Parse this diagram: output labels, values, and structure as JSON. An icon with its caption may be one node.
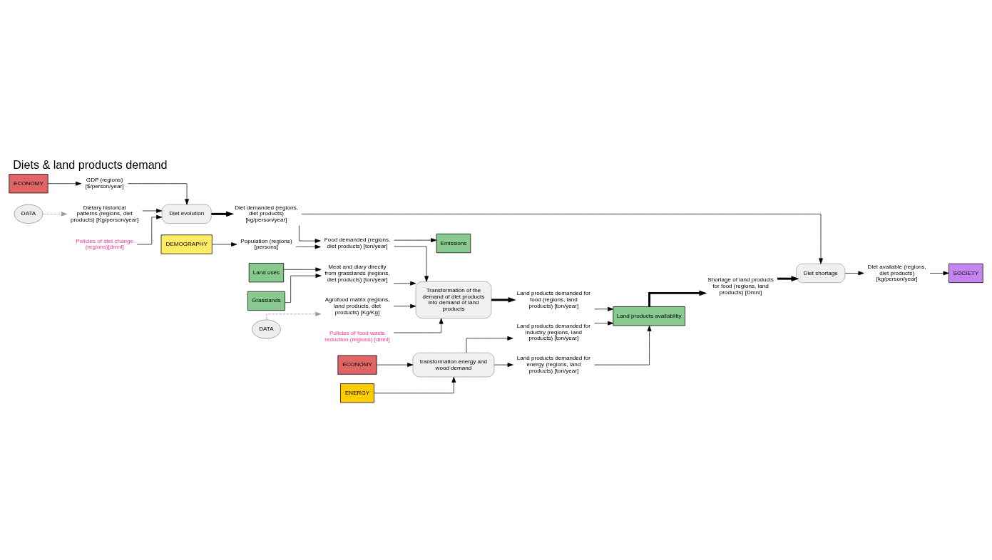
{
  "diagram": {
    "title": "Diets & land products demand",
    "nodes": [
      {
        "text": [
          "ECONOMY"
        ]
      },
      {
        "text": [
          "GDP (regions) [$/person/year]"
        ]
      },
      {
        "text": [
          "DATA"
        ]
      },
      {
        "text": [
          "Dietary historical patterns (regions, diet products) [Kg/person/year]"
        ]
      },
      {
        "text": [
          "Policies of diet change (regions)[dmnl]"
        ]
      },
      {
        "text": [
          "Diet evolution"
        ]
      },
      {
        "text": [
          "Diet demanded (regions, diet products) [kg/person/year]"
        ]
      },
      {
        "text": [
          "DEMOGRAPHY"
        ]
      },
      {
        "text": [
          "Population (regions) [persons]"
        ]
      },
      {
        "text": [
          "Food demanded (regions, diet products) [ton/year]"
        ]
      },
      {
        "text": [
          "Emissions"
        ]
      },
      {
        "text": [
          "Diet shortage"
        ]
      },
      {
        "text": [
          "Shortage of land products for food (regions, land products) [Dmnl]"
        ]
      },
      {
        "text": [
          "Land products availability"
        ]
      },
      {
        "text": [
          "Diet available (regions, diet products) [kg/person/year]"
        ]
      },
      {
        "text": [
          "SOCIETY"
        ]
      },
      {
        "text": [
          "Land uses"
        ]
      },
      {
        "text": [
          "Grasslands"
        ]
      },
      {
        "text": [
          "Meat and diary directly from grasslands (regions, diet products) [ton/year]"
        ]
      },
      {
        "text": [
          "DATA"
        ]
      },
      {
        "text": [
          "Agrofood matrix (regions, land products, diet products) [Kg/Kg]"
        ]
      },
      {
        "text": [
          "Policies of food waste reduction (regions) [dmnl]"
        ]
      },
      {
        "text": [
          "Transformation of the demand of diet products into demand of land products"
        ]
      },
      {
        "text": [
          "Land products demanded for food (regions, land products) [ton/year]"
        ]
      },
      {
        "text": [
          "ECONOMY"
        ]
      },
      {
        "text": [
          "ENERGY"
        ]
      },
      {
        "text": [
          "transformation energy and wood demand"
        ]
      },
      {
        "text": [
          "Land products demanded for industry (regions, land products) [ton/year]"
        ]
      },
      {
        "text": [
          "Land products demanded for energy (regions, land products) [ton/year]"
        ]
      }
    ],
    "edges": [
      {
        "from": 0,
        "to": 1,
        "arrow": "to"
      },
      {
        "from": 1,
        "to": 5,
        "arrow": "to"
      },
      {
        "from": 3,
        "to": 5,
        "arrow": "to"
      },
      {
        "from": 2,
        "to": 3,
        "arrow": "to",
        "style": "dashed",
        "color": "#999999"
      },
      {
        "from": 4,
        "to": 5,
        "arrow": "to"
      },
      {
        "from": 5,
        "to": 6,
        "arrow": "to",
        "style": "thick"
      },
      {
        "from": 7,
        "to": 8,
        "arrow": "to"
      },
      {
        "from": 8,
        "to": 9,
        "arrow": "to"
      },
      {
        "from": 6,
        "to": 9,
        "arrow": "to"
      },
      {
        "from": 9,
        "to": 10,
        "arrow": "to"
      },
      {
        "from": 6,
        "to": 11,
        "arrow": "to"
      },
      {
        "from": 12,
        "to": 11,
        "arrow": "to",
        "style": "thick"
      },
      {
        "from": 13,
        "to": 12,
        "arrow": "to",
        "style": "thick"
      },
      {
        "from": 11,
        "to": 14,
        "arrow": "to"
      },
      {
        "from": 14,
        "to": 15,
        "arrow": "to"
      },
      {
        "from": 9,
        "to": 22,
        "arrow": "to"
      },
      {
        "from": 16,
        "to": 18,
        "arrow": "to"
      },
      {
        "from": 17,
        "to": 18,
        "arrow": "to"
      },
      {
        "from": 18,
        "to": 22,
        "arrow": "to"
      },
      {
        "from": 20,
        "to": 22,
        "arrow": "to"
      },
      {
        "from": 19,
        "to": 20,
        "arrow": "to",
        "style": "dashed",
        "color": "#999999"
      },
      {
        "from": 21,
        "to": 22,
        "arrow": "to"
      },
      {
        "from": 22,
        "to": 23,
        "arrow": "to",
        "style": "thick"
      },
      {
        "from": 23,
        "to": 13,
        "arrow": "to"
      },
      {
        "from": 24,
        "to": 26,
        "arrow": "to"
      },
      {
        "from": 25,
        "to": 26,
        "arrow": "to"
      },
      {
        "from": 26,
        "to": 27,
        "arrow": "to"
      },
      {
        "from": 26,
        "to": 28,
        "arrow": "to"
      },
      {
        "from": 27,
        "to": 13,
        "arrow": "to"
      },
      {
        "from": 28,
        "to": 13,
        "arrow": "to"
      }
    ]
  }
}
